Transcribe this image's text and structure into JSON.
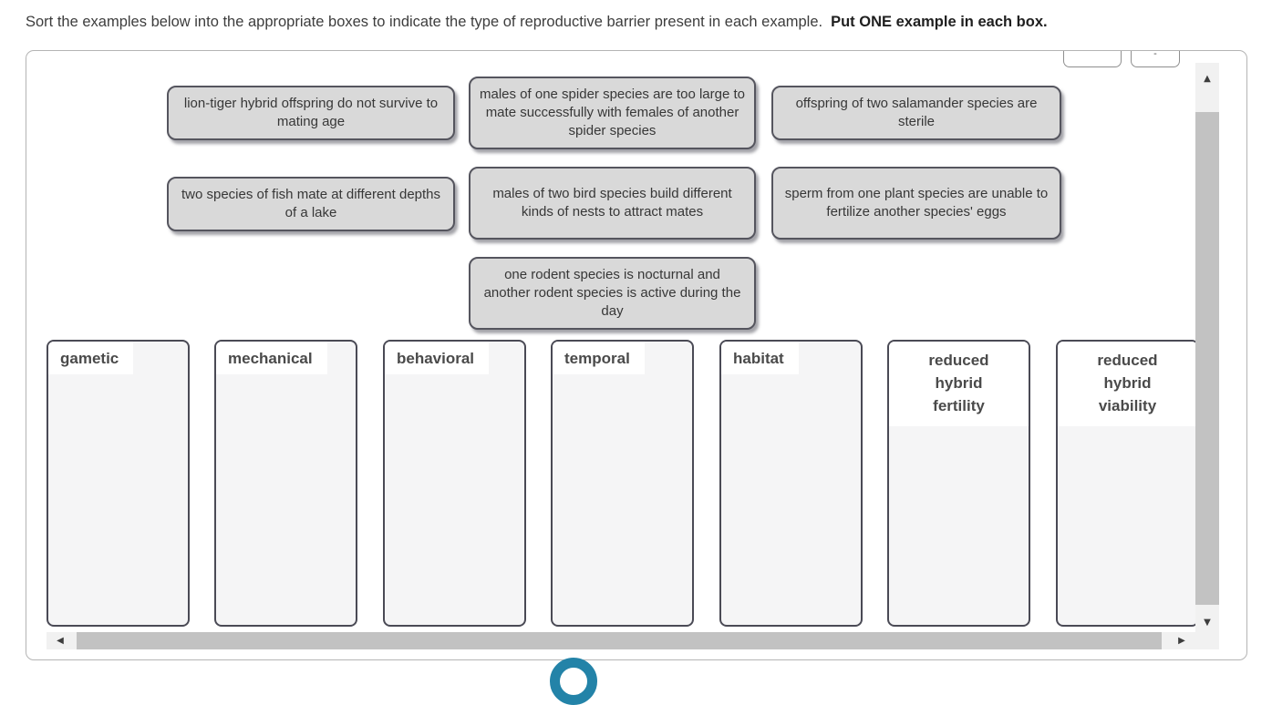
{
  "instruction": {
    "text": "Sort the examples below into the appropriate boxes to indicate the type of reproductive barrier present in each example.",
    "emphasis": "Put ONE example in each box."
  },
  "panel": {
    "top_buttons": [
      {
        "label": ""
      },
      {
        "label": "-"
      }
    ],
    "cards": [
      "lion-tiger hybrid offspring do not survive to mating age",
      "males of one spider species are too large to mate successfully with females of another spider species",
      "offspring of two salamander species are sterile",
      "two species of fish mate at different depths of a lake",
      "males of two bird species build different kinds of nests to attract mates",
      "sperm from one plant species are unable to fertilize another species' eggs",
      "one rodent species is nocturnal and another rodent species is active during the day"
    ],
    "dropzones": [
      "gametic",
      "mechanical",
      "behavioral",
      "temporal",
      "habitat",
      "reduced hybrid fertility",
      "reduced hybrid viability"
    ],
    "scrollbar_icons": {
      "up": "▲",
      "down": "▼",
      "left": "◀",
      "right": "▶"
    }
  },
  "colors": {
    "card_bg": "#d9d9d9",
    "card_border": "#55555e",
    "dropzone_border": "#4a4a55",
    "dropzone_bg": "#f5f5f6",
    "scroll_track": "#f1f1f1",
    "scroll_thumb": "#c2c2c2",
    "accent_teal": "#2383a8"
  }
}
